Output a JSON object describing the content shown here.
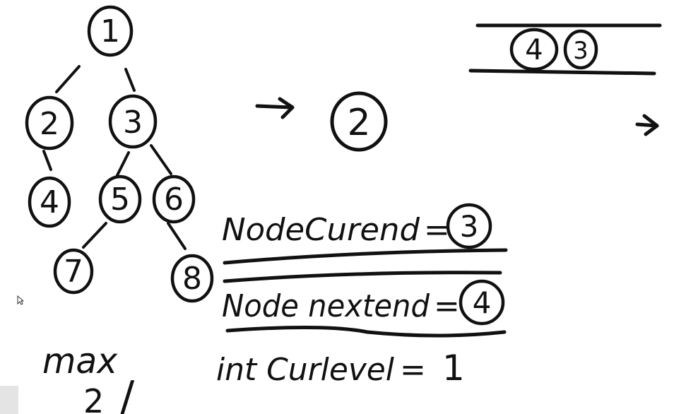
{
  "tree": {
    "nodes": [
      {
        "id": "1",
        "label": "1"
      },
      {
        "id": "2",
        "label": "2"
      },
      {
        "id": "3",
        "label": "3"
      },
      {
        "id": "4",
        "label": "4"
      },
      {
        "id": "5",
        "label": "5"
      },
      {
        "id": "6",
        "label": "6"
      },
      {
        "id": "7",
        "label": "7"
      },
      {
        "id": "8",
        "label": "8"
      }
    ],
    "edges": [
      [
        "1",
        "2"
      ],
      [
        "1",
        "3"
      ],
      [
        "2",
        "4"
      ],
      [
        "3",
        "5"
      ],
      [
        "3",
        "6"
      ],
      [
        "5",
        "7"
      ],
      [
        "6",
        "8"
      ]
    ]
  },
  "current_node": {
    "label": "2"
  },
  "queue": {
    "items": [
      "4",
      "3"
    ]
  },
  "variables": {
    "cur_end": {
      "name": "NodeCurend",
      "eq": "=",
      "value": "3"
    },
    "next_end": {
      "name": "Node nextend",
      "eq": "=",
      "value": "4"
    },
    "cur_level": {
      "name": "int Curlevel",
      "eq": "=",
      "value": "1"
    }
  },
  "max_note": {
    "label": "max",
    "value": "2",
    "mark": "/"
  }
}
